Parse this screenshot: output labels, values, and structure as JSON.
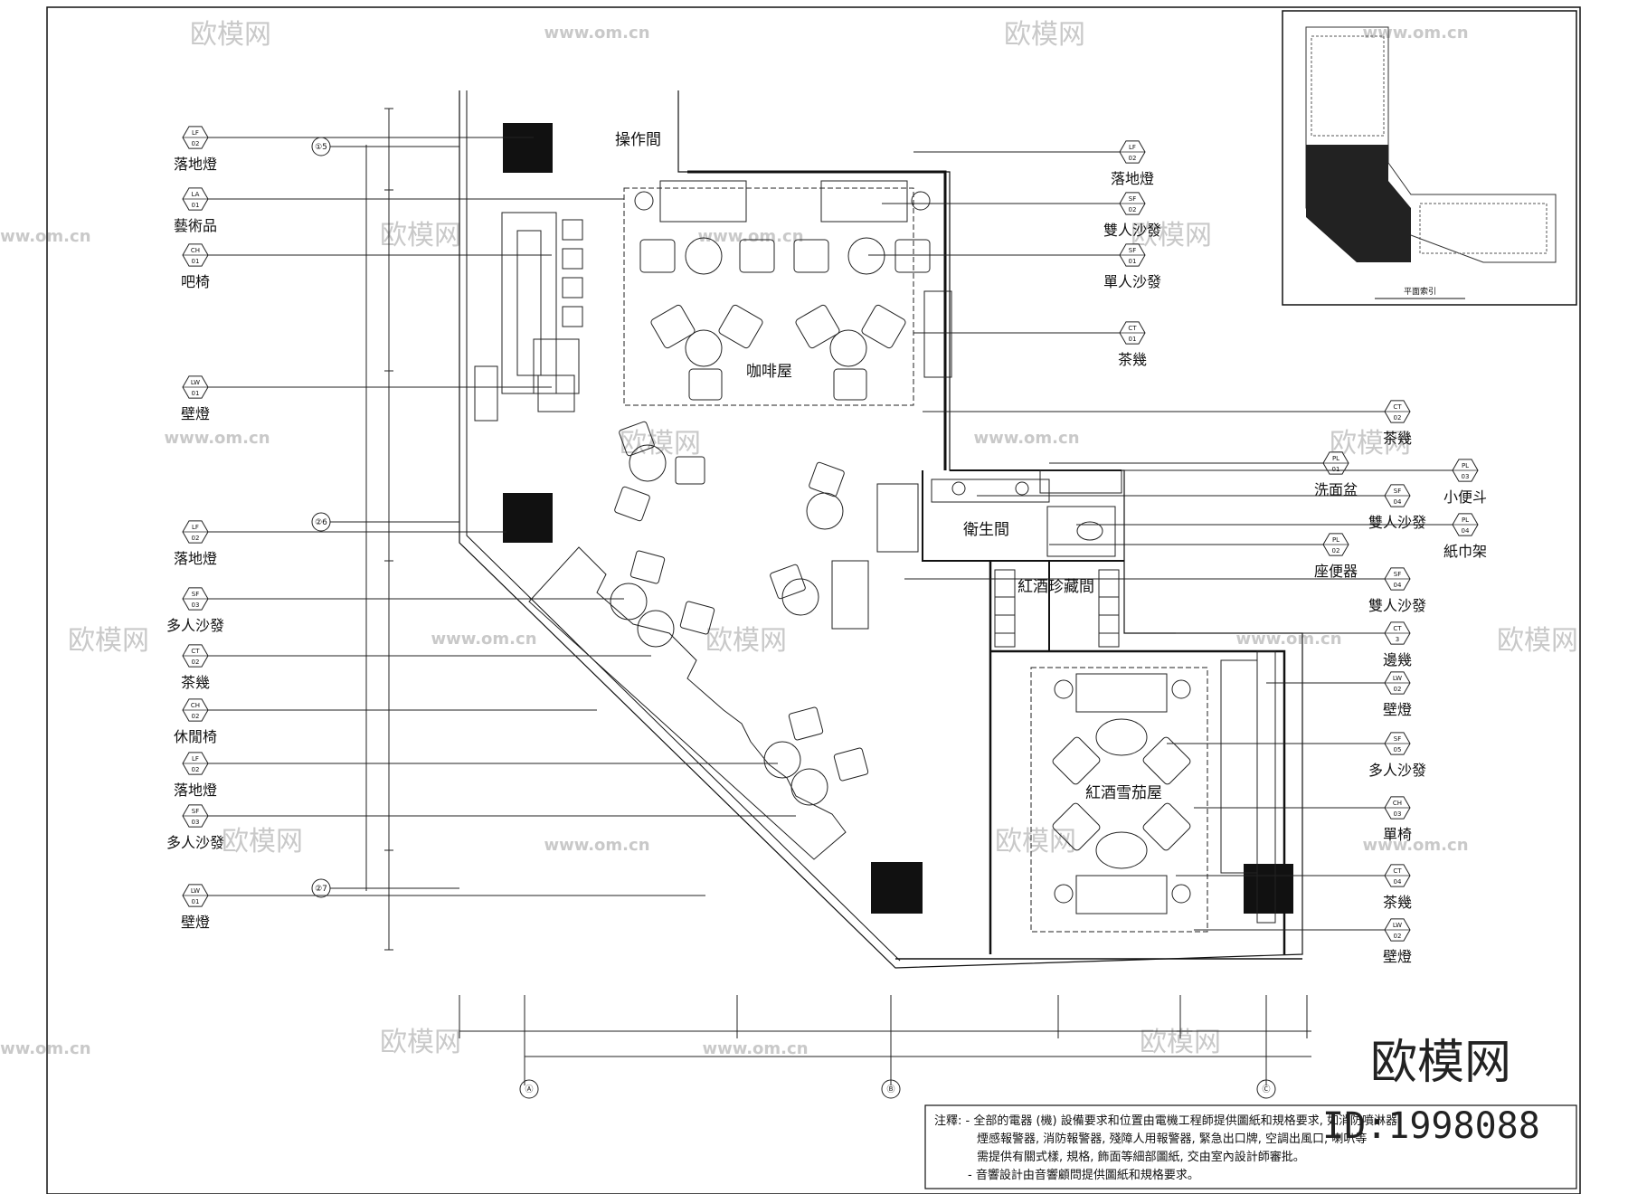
{
  "rooms": {
    "operation": "操作間",
    "coffee": "咖啡屋",
    "toilet": "衛生間",
    "wine_store": "紅酒珍藏間",
    "cigar": "紅酒雪茄屋"
  },
  "left_labels": [
    {
      "text": "落地燈",
      "code1": "LF",
      "code2": "02"
    },
    {
      "text": "藝術品",
      "code1": "LA",
      "code2": "01"
    },
    {
      "text": "吧椅",
      "code1": "CH",
      "code2": "01"
    },
    {
      "text": "壁燈",
      "code1": "LW",
      "code2": "01"
    },
    {
      "text": "落地燈",
      "code1": "LF",
      "code2": "02"
    },
    {
      "text": "多人沙發",
      "code1": "SF",
      "code2": "03"
    },
    {
      "text": "茶幾",
      "code1": "CT",
      "code2": "02"
    },
    {
      "text": "休閒椅",
      "code1": "CH",
      "code2": "02"
    },
    {
      "text": "落地燈",
      "code1": "LF",
      "code2": "02"
    },
    {
      "text": "多人沙發",
      "code1": "SF",
      "code2": "03"
    },
    {
      "text": "壁燈",
      "code1": "LW",
      "code2": "01"
    }
  ],
  "right_labels": [
    {
      "text": "落地燈",
      "code1": "LF",
      "code2": "02"
    },
    {
      "text": "雙人沙發",
      "code1": "SF",
      "code2": "02"
    },
    {
      "text": "單人沙發",
      "code1": "SF",
      "code2": "01"
    },
    {
      "text": "茶幾",
      "code1": "CT",
      "code2": "01"
    },
    {
      "text": "茶幾",
      "code1": "CT",
      "code2": "02"
    },
    {
      "text": "洗面盆",
      "code1": "PL",
      "code2": "01"
    },
    {
      "text": "雙人沙發",
      "code1": "SF",
      "code2": "04"
    },
    {
      "text": "座便器",
      "code1": "PL",
      "code2": "02"
    },
    {
      "text": "雙人沙發",
      "code1": "SF",
      "code2": "04"
    },
    {
      "text": "邊幾",
      "code1": "CT",
      "code2": "3"
    },
    {
      "text": "壁燈",
      "code1": "LW",
      "code2": "02"
    },
    {
      "text": "多人沙發",
      "code1": "SF",
      "code2": "05"
    },
    {
      "text": "單椅",
      "code1": "CH",
      "code2": "03"
    },
    {
      "text": "茶幾",
      "code1": "CT",
      "code2": "04"
    },
    {
      "text": "壁燈",
      "code1": "LW",
      "code2": "02"
    }
  ],
  "far_right_labels": [
    {
      "text": "小便斗",
      "code1": "PL",
      "code2": "03"
    },
    {
      "text": "紙巾架",
      "code1": "PL",
      "code2": "04"
    }
  ],
  "grid_marks": [
    "①5",
    "②6",
    "②7",
    "Ⓐ",
    "Ⓑ",
    "Ⓒ"
  ],
  "key_plan_caption": "平面索引",
  "notes": [
    "注釋: - 全部的電器 (機) 設備要求和位置由電機工程師提供圖紙和規格要求, 如消防噴淋器、",
    "煙感報警器, 消防報警器, 殘障人用報警器, 緊急出口牌, 空調出風口, 喇叭等",
    "需提供有關式樣, 規格, 飾面等細部圖紙, 交由室內設計師審批。",
    "- 音響設計由音響顧問提供圖紙和規格要求。"
  ],
  "watermark": {
    "text": "欧模网",
    "url": "www.om.cn"
  },
  "brand": {
    "name": "欧模网",
    "id": "ID:1998088"
  }
}
